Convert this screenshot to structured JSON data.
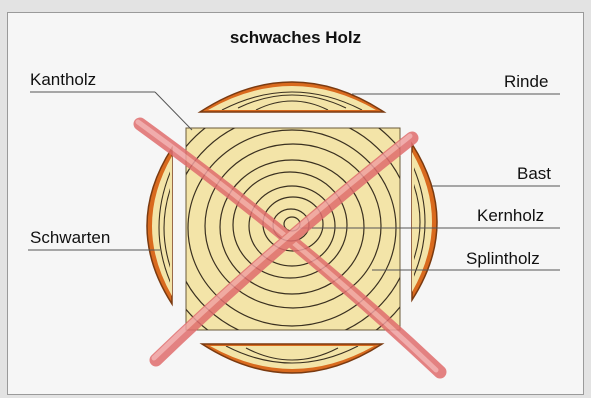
{
  "title": "schwaches Holz",
  "labels": {
    "kantholz": "Kantholz",
    "rinde": "Rinde",
    "bast": "Bast",
    "schwarten": "Schwarten",
    "kernholz": "Kernholz",
    "splintholz": "Splintholz"
  },
  "colors": {
    "bark": "#d96a1e",
    "bark_dark": "#7a3a10",
    "wood": "#f3e4a8",
    "ring_line": "#3a3020",
    "cross": "#e06d6d",
    "leader_line": "#555555",
    "frame_bg": "#f6f6f6",
    "page_bg": "#e3e3e3"
  },
  "crossed_out": true
}
